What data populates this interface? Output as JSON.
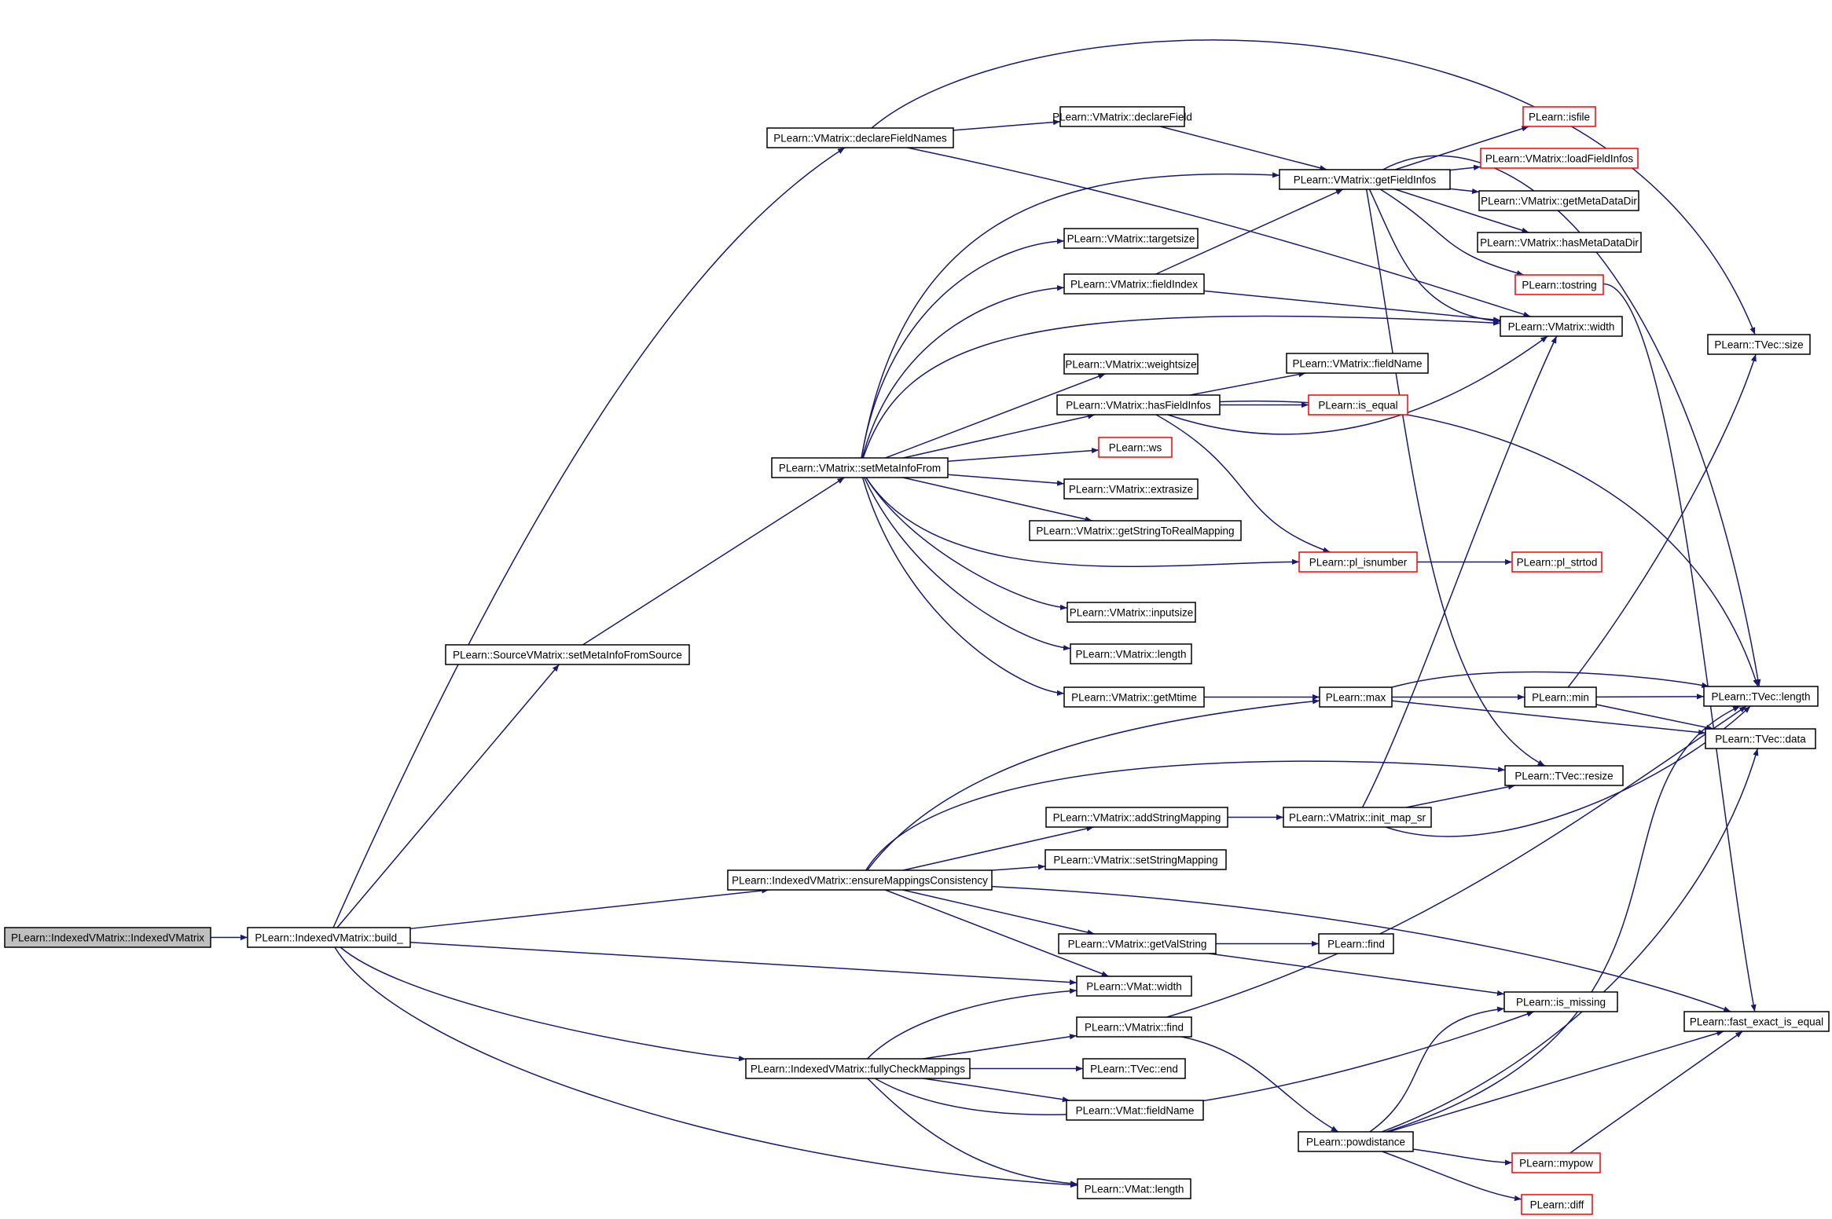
{
  "graph": {
    "edge_color": "#191970",
    "truncated_border_color": "#ff0000",
    "root_fill": "#bfbfbf",
    "nodes": [
      {
        "id": "n_root",
        "label": "PLearn::IndexedVMatrix::IndexedVMatrix",
        "style": "root"
      },
      {
        "id": "n_build",
        "label": "PLearn::IndexedVMatrix::build_",
        "style": "normal"
      },
      {
        "id": "n_declFieldNames",
        "label": "PLearn::VMatrix::declareFieldNames",
        "style": "normal"
      },
      {
        "id": "n_declField",
        "label": "PLearn::VMatrix::declareField",
        "style": "normal"
      },
      {
        "id": "n_getFieldInfos",
        "label": "PLearn::VMatrix::getFieldInfos",
        "style": "normal"
      },
      {
        "id": "n_isfile",
        "label": "PLearn::isfile",
        "style": "truncated"
      },
      {
        "id": "n_loadFieldInfos",
        "label": "PLearn::VMatrix::loadFieldInfos",
        "style": "truncated"
      },
      {
        "id": "n_getMetaDataDir",
        "label": "PLearn::VMatrix::getMetaDataDir",
        "style": "normal"
      },
      {
        "id": "n_hasMetaDataDir",
        "label": "PLearn::VMatrix::hasMetaDataDir",
        "style": "normal"
      },
      {
        "id": "n_tostring",
        "label": "PLearn::tostring",
        "style": "truncated"
      },
      {
        "id": "n_vmWidth",
        "label": "PLearn::VMatrix::width",
        "style": "normal"
      },
      {
        "id": "n_tvecSize",
        "label": "PLearn::TVec::size",
        "style": "normal"
      },
      {
        "id": "n_targetsize",
        "label": "PLearn::VMatrix::targetsize",
        "style": "normal"
      },
      {
        "id": "n_fieldIndex",
        "label": "PLearn::VMatrix::fieldIndex",
        "style": "normal"
      },
      {
        "id": "n_weightsize",
        "label": "PLearn::VMatrix::weightsize",
        "style": "normal"
      },
      {
        "id": "n_fieldName",
        "label": "PLearn::VMatrix::fieldName",
        "style": "normal"
      },
      {
        "id": "n_hasFieldInfos",
        "label": "PLearn::VMatrix::hasFieldInfos",
        "style": "normal"
      },
      {
        "id": "n_isEqual",
        "label": "PLearn::is_equal",
        "style": "truncated"
      },
      {
        "id": "n_setMetaInfoFrom",
        "label": "PLearn::VMatrix::setMetaInfoFrom",
        "style": "normal"
      },
      {
        "id": "n_ws",
        "label": "PLearn::ws",
        "style": "truncated"
      },
      {
        "id": "n_extrasize",
        "label": "PLearn::VMatrix::extrasize",
        "style": "normal"
      },
      {
        "id": "n_getStrToReal",
        "label": "PLearn::VMatrix::getStringToRealMapping",
        "style": "normal"
      },
      {
        "id": "n_plIsnumber",
        "label": "PLearn::pl_isnumber",
        "style": "truncated"
      },
      {
        "id": "n_plStrtod",
        "label": "PLearn::pl_strtod",
        "style": "truncated"
      },
      {
        "id": "n_setMetaInfoFromSource",
        "label": "PLearn::SourceVMatrix::setMetaInfoFromSource",
        "style": "normal"
      },
      {
        "id": "n_inputsize",
        "label": "PLearn::VMatrix::inputsize",
        "style": "normal"
      },
      {
        "id": "n_vmLength",
        "label": "PLearn::VMatrix::length",
        "style": "normal"
      },
      {
        "id": "n_getMtime",
        "label": "PLearn::VMatrix::getMtime",
        "style": "normal"
      },
      {
        "id": "n_max",
        "label": "PLearn::max",
        "style": "normal"
      },
      {
        "id": "n_min",
        "label": "PLearn::min",
        "style": "normal"
      },
      {
        "id": "n_tvecLength",
        "label": "PLearn::TVec::length",
        "style": "normal"
      },
      {
        "id": "n_tvecData",
        "label": "PLearn::TVec::data",
        "style": "normal"
      },
      {
        "id": "n_tvecResize",
        "label": "PLearn::TVec::resize",
        "style": "normal"
      },
      {
        "id": "n_addStringMapping",
        "label": "PLearn::VMatrix::addStringMapping",
        "style": "normal"
      },
      {
        "id": "n_initMapSr",
        "label": "PLearn::VMatrix::init_map_sr",
        "style": "normal"
      },
      {
        "id": "n_setStringMapping",
        "label": "PLearn::VMatrix::setStringMapping",
        "style": "normal"
      },
      {
        "id": "n_ensureMappings",
        "label": "PLearn::IndexedVMatrix::ensureMappingsConsistency",
        "style": "normal"
      },
      {
        "id": "n_getValString",
        "label": "PLearn::VMatrix::getValString",
        "style": "normal"
      },
      {
        "id": "n_find",
        "label": "PLearn::find",
        "style": "normal"
      },
      {
        "id": "n_vmatWidth",
        "label": "PLearn::VMat::width",
        "style": "normal"
      },
      {
        "id": "n_isMissing",
        "label": "PLearn::is_missing",
        "style": "normal"
      },
      {
        "id": "n_fastExact",
        "label": "PLearn::fast_exact_is_equal",
        "style": "normal"
      },
      {
        "id": "n_vmFind",
        "label": "PLearn::VMatrix::find",
        "style": "normal"
      },
      {
        "id": "n_fullyCheck",
        "label": "PLearn::IndexedVMatrix::fullyCheckMappings",
        "style": "normal"
      },
      {
        "id": "n_tvecEnd",
        "label": "PLearn::TVec::end",
        "style": "normal"
      },
      {
        "id": "n_vmatFieldName",
        "label": "PLearn::VMat::fieldName",
        "style": "normal"
      },
      {
        "id": "n_powdistance",
        "label": "PLearn::powdistance",
        "style": "normal"
      },
      {
        "id": "n_mypow",
        "label": "PLearn::mypow",
        "style": "truncated"
      },
      {
        "id": "n_diff",
        "label": "PLearn::diff",
        "style": "truncated"
      },
      {
        "id": "n_vmatLength",
        "label": "PLearn::VMat::length",
        "style": "normal"
      }
    ],
    "edges": [
      {
        "from": "n_root",
        "to": "n_build"
      },
      {
        "from": "n_build",
        "to": "n_declFieldNames"
      },
      {
        "from": "n_build",
        "to": "n_setMetaInfoFromSource"
      },
      {
        "from": "n_build",
        "to": "n_ensureMappings"
      },
      {
        "from": "n_build",
        "to": "n_vmatWidth"
      },
      {
        "from": "n_build",
        "to": "n_fullyCheck"
      },
      {
        "from": "n_build",
        "to": "n_vmatLength"
      },
      {
        "from": "n_declFieldNames",
        "to": "n_declField"
      },
      {
        "from": "n_declFieldNames",
        "to": "n_vmWidth"
      },
      {
        "from": "n_declFieldNames",
        "to": "n_tvecSize"
      },
      {
        "from": "n_declField",
        "to": "n_getFieldInfos"
      },
      {
        "from": "n_getFieldInfos",
        "to": "n_isfile"
      },
      {
        "from": "n_getFieldInfos",
        "to": "n_loadFieldInfos"
      },
      {
        "from": "n_getFieldInfos",
        "to": "n_getMetaDataDir"
      },
      {
        "from": "n_getFieldInfos",
        "to": "n_hasMetaDataDir"
      },
      {
        "from": "n_getFieldInfos",
        "to": "n_tostring"
      },
      {
        "from": "n_getFieldInfos",
        "to": "n_vmWidth"
      },
      {
        "from": "n_getFieldInfos",
        "to": "n_tvecLength"
      },
      {
        "from": "n_getFieldInfos",
        "to": "n_tvecResize"
      },
      {
        "from": "n_tostring",
        "to": "n_fastExact"
      },
      {
        "from": "n_setMetaInfoFromSource",
        "to": "n_setMetaInfoFrom"
      },
      {
        "from": "n_setMetaInfoFrom",
        "to": "n_getFieldInfos"
      },
      {
        "from": "n_setMetaInfoFrom",
        "to": "n_targetsize"
      },
      {
        "from": "n_setMetaInfoFrom",
        "to": "n_fieldIndex"
      },
      {
        "from": "n_setMetaInfoFrom",
        "to": "n_vmWidth"
      },
      {
        "from": "n_setMetaInfoFrom",
        "to": "n_weightsize"
      },
      {
        "from": "n_setMetaInfoFrom",
        "to": "n_hasFieldInfos"
      },
      {
        "from": "n_setMetaInfoFrom",
        "to": "n_ws"
      },
      {
        "from": "n_setMetaInfoFrom",
        "to": "n_extrasize"
      },
      {
        "from": "n_setMetaInfoFrom",
        "to": "n_getStrToReal"
      },
      {
        "from": "n_setMetaInfoFrom",
        "to": "n_plIsnumber"
      },
      {
        "from": "n_setMetaInfoFrom",
        "to": "n_inputsize"
      },
      {
        "from": "n_setMetaInfoFrom",
        "to": "n_vmLength"
      },
      {
        "from": "n_setMetaInfoFrom",
        "to": "n_getMtime"
      },
      {
        "from": "n_fieldIndex",
        "to": "n_getFieldInfos"
      },
      {
        "from": "n_fieldIndex",
        "to": "n_vmWidth"
      },
      {
        "from": "n_hasFieldInfos",
        "to": "n_fieldName"
      },
      {
        "from": "n_hasFieldInfos",
        "to": "n_isEqual"
      },
      {
        "from": "n_hasFieldInfos",
        "to": "n_vmWidth"
      },
      {
        "from": "n_hasFieldInfos",
        "to": "n_plIsnumber"
      },
      {
        "from": "n_hasFieldInfos",
        "to": "n_tvecLength"
      },
      {
        "from": "n_plIsnumber",
        "to": "n_plStrtod"
      },
      {
        "from": "n_getMtime",
        "to": "n_max"
      },
      {
        "from": "n_max",
        "to": "n_min"
      },
      {
        "from": "n_max",
        "to": "n_tvecLength"
      },
      {
        "from": "n_max",
        "to": "n_tvecData"
      },
      {
        "from": "n_min",
        "to": "n_tvecSize"
      },
      {
        "from": "n_min",
        "to": "n_tvecLength"
      },
      {
        "from": "n_min",
        "to": "n_tvecData"
      },
      {
        "from": "n_ensureMappings",
        "to": "n_max"
      },
      {
        "from": "n_ensureMappings",
        "to": "n_tvecResize"
      },
      {
        "from": "n_ensureMappings",
        "to": "n_addStringMapping"
      },
      {
        "from": "n_ensureMappings",
        "to": "n_setStringMapping"
      },
      {
        "from": "n_ensureMappings",
        "to": "n_getValString"
      },
      {
        "from": "n_ensureMappings",
        "to": "n_vmatWidth"
      },
      {
        "from": "n_ensureMappings",
        "to": "n_fastExact"
      },
      {
        "from": "n_addStringMapping",
        "to": "n_initMapSr"
      },
      {
        "from": "n_initMapSr",
        "to": "n_tvecResize"
      },
      {
        "from": "n_initMapSr",
        "to": "n_vmWidth"
      },
      {
        "from": "n_initMapSr",
        "to": "n_tvecLength"
      },
      {
        "from": "n_getValString",
        "to": "n_find"
      },
      {
        "from": "n_getValString",
        "to": "n_isMissing"
      },
      {
        "from": "n_fullyCheck",
        "to": "n_vmatWidth"
      },
      {
        "from": "n_fullyCheck",
        "to": "n_vmFind"
      },
      {
        "from": "n_fullyCheck",
        "to": "n_tvecEnd"
      },
      {
        "from": "n_fullyCheck",
        "to": "n_vmatFieldName"
      },
      {
        "from": "n_fullyCheck",
        "to": "n_vmatLength"
      },
      {
        "from": "n_fullyCheck",
        "to": "n_isMissing"
      },
      {
        "from": "n_vmFind",
        "to": "n_tvecLength"
      },
      {
        "from": "n_vmFind",
        "to": "n_powdistance"
      },
      {
        "from": "n_powdistance",
        "to": "n_isMissing"
      },
      {
        "from": "n_powdistance",
        "to": "n_tvecLength"
      },
      {
        "from": "n_powdistance",
        "to": "n_tvecData"
      },
      {
        "from": "n_powdistance",
        "to": "n_fastExact"
      },
      {
        "from": "n_powdistance",
        "to": "n_mypow"
      },
      {
        "from": "n_powdistance",
        "to": "n_diff"
      },
      {
        "from": "n_mypow",
        "to": "n_fastExact"
      }
    ]
  }
}
